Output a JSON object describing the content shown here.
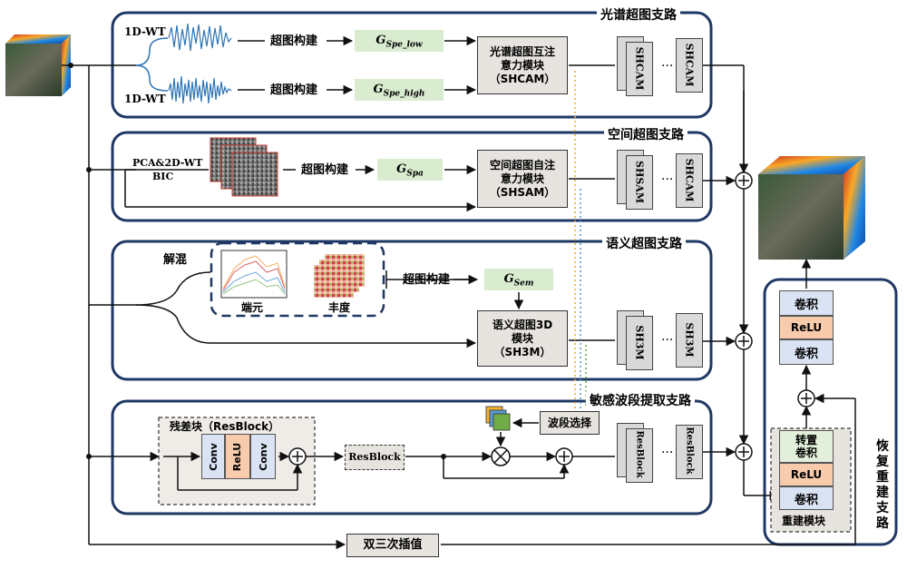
{
  "branches": {
    "spectral": "光谱超图支路",
    "spatial": "空间超图支路",
    "semantic": "语义超图支路",
    "band": "敏感波段提取支路",
    "recon": "恢复重建支路"
  },
  "spectral": {
    "wt_top": "1D-WT",
    "wt_bottom": "1D-WT",
    "build_top": "超图构建",
    "build_bottom": "超图构建",
    "g_low": "G",
    "g_low_sub": "Spe_low",
    "g_high": "G",
    "g_high_sub": "Spe_high",
    "module": [
      "光谱超图互注",
      "意力模块",
      "（SHCAM）"
    ],
    "stack_label": "SHCAM",
    "dots": "···"
  },
  "spatial": {
    "pca": "PCA&2D-WT",
    "bic": "BIC",
    "build": "超图构建",
    "g": "G",
    "g_sub": "Spa",
    "module": [
      "空间超图自注",
      "意力模块",
      "（SHSAM）"
    ],
    "stack_label_a": "SHSAM",
    "stack_label_b": "SHCAM",
    "dots": "···"
  },
  "semantic": {
    "unmix": "解混",
    "endmember": "端元",
    "abundance": "丰度",
    "build": "超图构建",
    "g": "G",
    "g_sub": "Sem",
    "module": [
      "语义超图3D",
      "模块",
      "（SH3M）"
    ],
    "stack_label": "SH3M",
    "dots": "···"
  },
  "band": {
    "resblock_title": "残差块（ResBlock）",
    "conv1": "Conv",
    "relu": "ReLU",
    "conv2": "Conv",
    "resblock": "ResBlock",
    "select": "波段选择",
    "stack_label": "ResBlock",
    "dots": "···"
  },
  "recon": {
    "conv_top": "卷积",
    "relu_top": "ReLU",
    "conv_mid": "卷积",
    "transpose": [
      "转置",
      "卷积"
    ],
    "relu_bottom": "ReLU",
    "conv_bottom": "卷积",
    "module_label": "重建模块"
  },
  "bicubic": "双三次插值",
  "colors": {
    "green_box": "#d9ecd0",
    "module_gray": "#e7e4e0",
    "relu_orange": "#f8cbad",
    "conv_blue": "#dae3f3",
    "wave_blue": "#2e75b6",
    "dotted_orange": "#f0b030",
    "dotted_green": "#70ad47",
    "dotted_blue": "#5b9bd5"
  }
}
